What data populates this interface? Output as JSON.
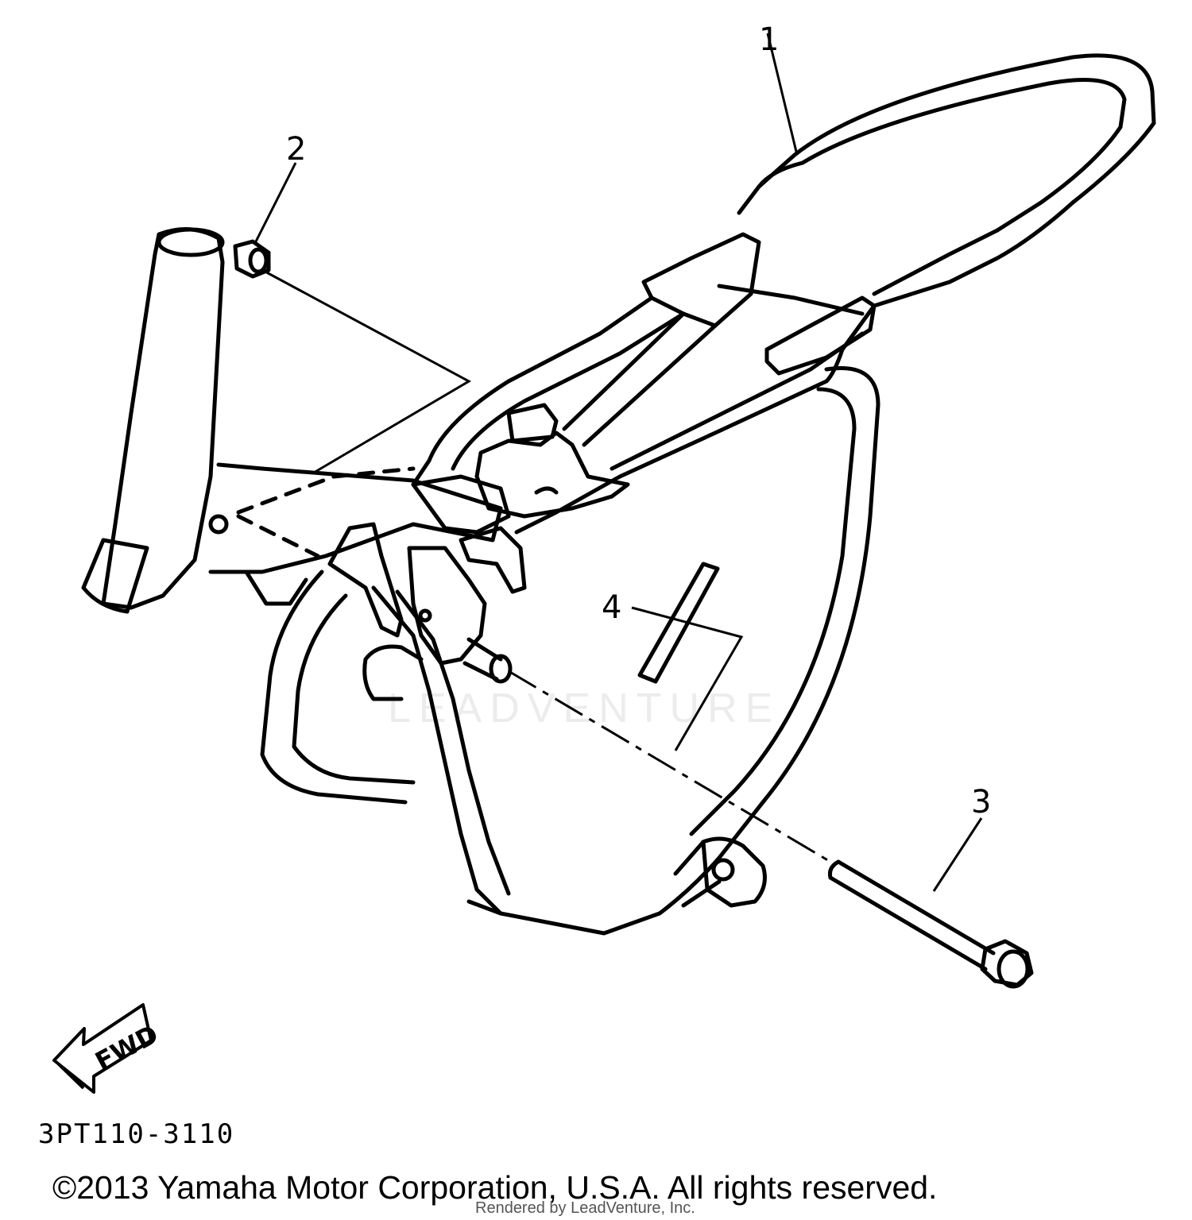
{
  "callouts": {
    "part1": "1",
    "part2": "2",
    "part3": "3",
    "part4": "4"
  },
  "fwd_label": "FWD",
  "part_code": "3PT110-3110",
  "copyright": "©2013 Yamaha Motor Corporation, U.S.A. All rights reserved.",
  "rendered_by": "Rendered by LeadVenture, Inc.",
  "watermark": "LEADVENTURE",
  "colors": {
    "ink": "#000000",
    "watermark": "#ececec",
    "background": "#ffffff"
  }
}
